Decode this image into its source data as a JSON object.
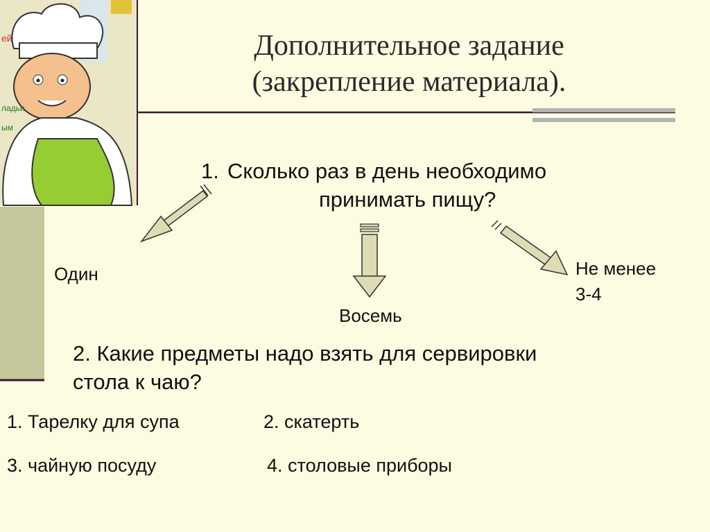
{
  "slide": {
    "title_line1": "Дополнительное задание",
    "title_line2": "(закрепление материала).",
    "question1": {
      "number": "1.",
      "line1": "Сколько раз в день необходимо",
      "line2": "принимать пищу?"
    },
    "answers": {
      "left": "Один",
      "center": "Восемь",
      "right_line1": "Не менее",
      "right_line2": "3-4"
    },
    "question2": {
      "line1": "2. Какие предметы надо взять для сервировки",
      "line2": "стола к чаю?"
    },
    "options": [
      "1. Тарелку для супа",
      "2. скатерть",
      "3. чайную посуду",
      "4. столовые приборы"
    ],
    "colors": {
      "background": "#fdfbe1",
      "side_bar": "#c6c79a",
      "rule": "#3a1830",
      "accent_bar": "#b3b3b3",
      "arrow_fill": "#dedcb4"
    }
  }
}
